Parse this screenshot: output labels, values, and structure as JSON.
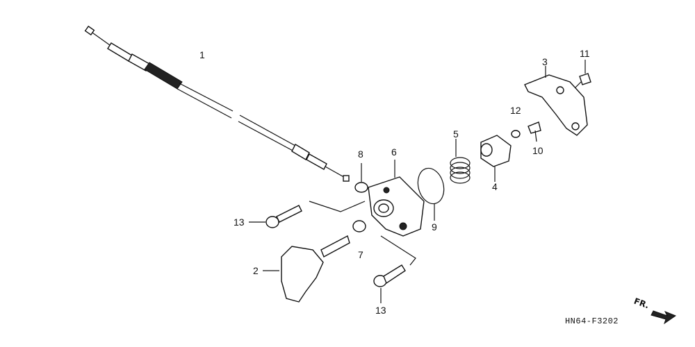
{
  "diagram": {
    "drawing_code": "HN64-F3202",
    "direction_label": "FR.",
    "callouts": [
      "1",
      "2",
      "3",
      "4",
      "5",
      "6",
      "7",
      "8",
      "9",
      "10",
      "11",
      "12",
      "13",
      "13"
    ]
  }
}
